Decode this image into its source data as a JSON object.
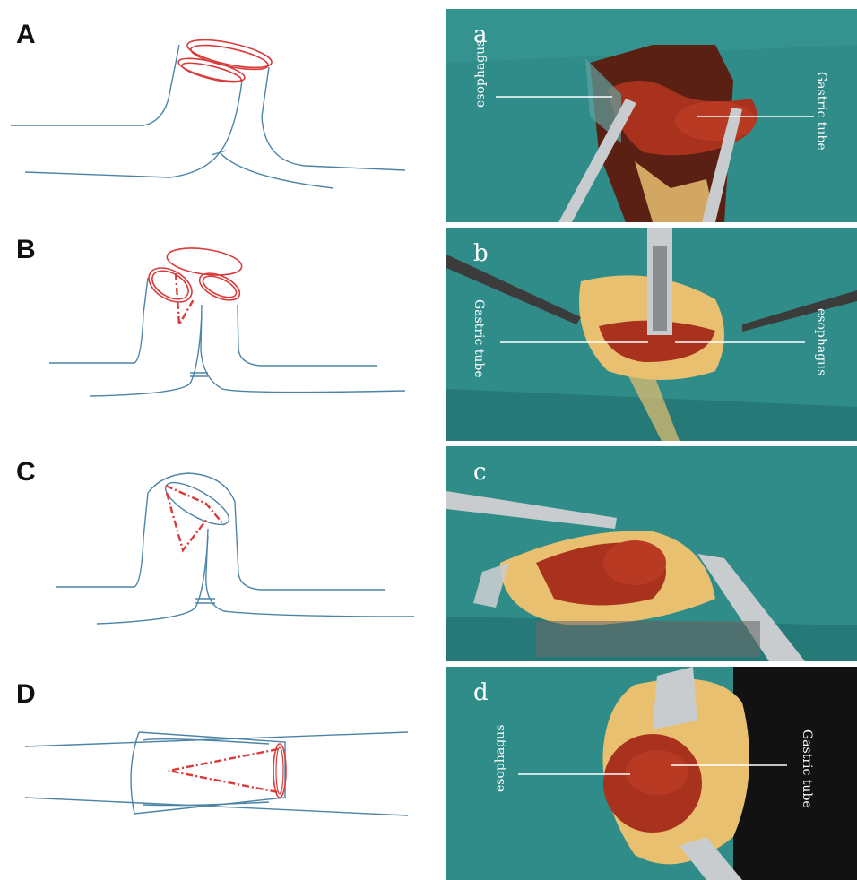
{
  "panels": [
    {
      "id": "A",
      "photo_letter": "a",
      "left_label": "esophagus",
      "right_label": "Gastric tube"
    },
    {
      "id": "B",
      "photo_letter": "b",
      "left_label": "Gastric tube",
      "right_label": "esophagus"
    },
    {
      "id": "C",
      "photo_letter": "c"
    },
    {
      "id": "D",
      "photo_letter": "d",
      "left_label": "esophagus",
      "right_label": "Gastric tube"
    }
  ],
  "colors": {
    "drape": "#2f8c88",
    "drape_dark": "#1f6d6a",
    "tissue": "#a8321e",
    "tissue_dark": "#6b1a10",
    "fat": "#e8c070",
    "steel": "#c9ccce",
    "sketch_blue": "#4d84a6",
    "sketch_red": "#d93a3a"
  }
}
